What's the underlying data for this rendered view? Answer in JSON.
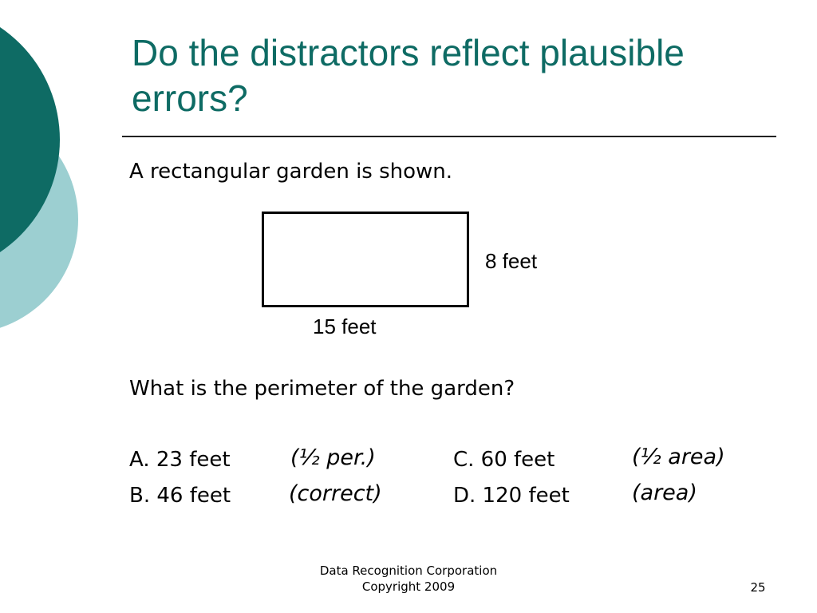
{
  "slide": {
    "title": "Do the distractors reflect plausible errors?",
    "prompt": "A rectangular garden is shown.",
    "figure": {
      "height_label": "8 feet",
      "width_label": "15 feet"
    },
    "question": "What is the perimeter of the garden?",
    "options": [
      {
        "label": "A. 23 feet",
        "note": "(½ per.)"
      },
      {
        "label": "B. 46 feet",
        "note": "(correct)"
      },
      {
        "label": "C. 60 feet",
        "note": "(½ area)"
      },
      {
        "label": "D. 120 feet",
        "note": "(area)"
      }
    ]
  },
  "footer": {
    "line1": "Data Recognition Corporation",
    "line2": "Copyright 2009",
    "page_number": "25"
  },
  "theme": {
    "accent_dark": "#0e6b64",
    "accent_light": "#9ccfd1"
  }
}
